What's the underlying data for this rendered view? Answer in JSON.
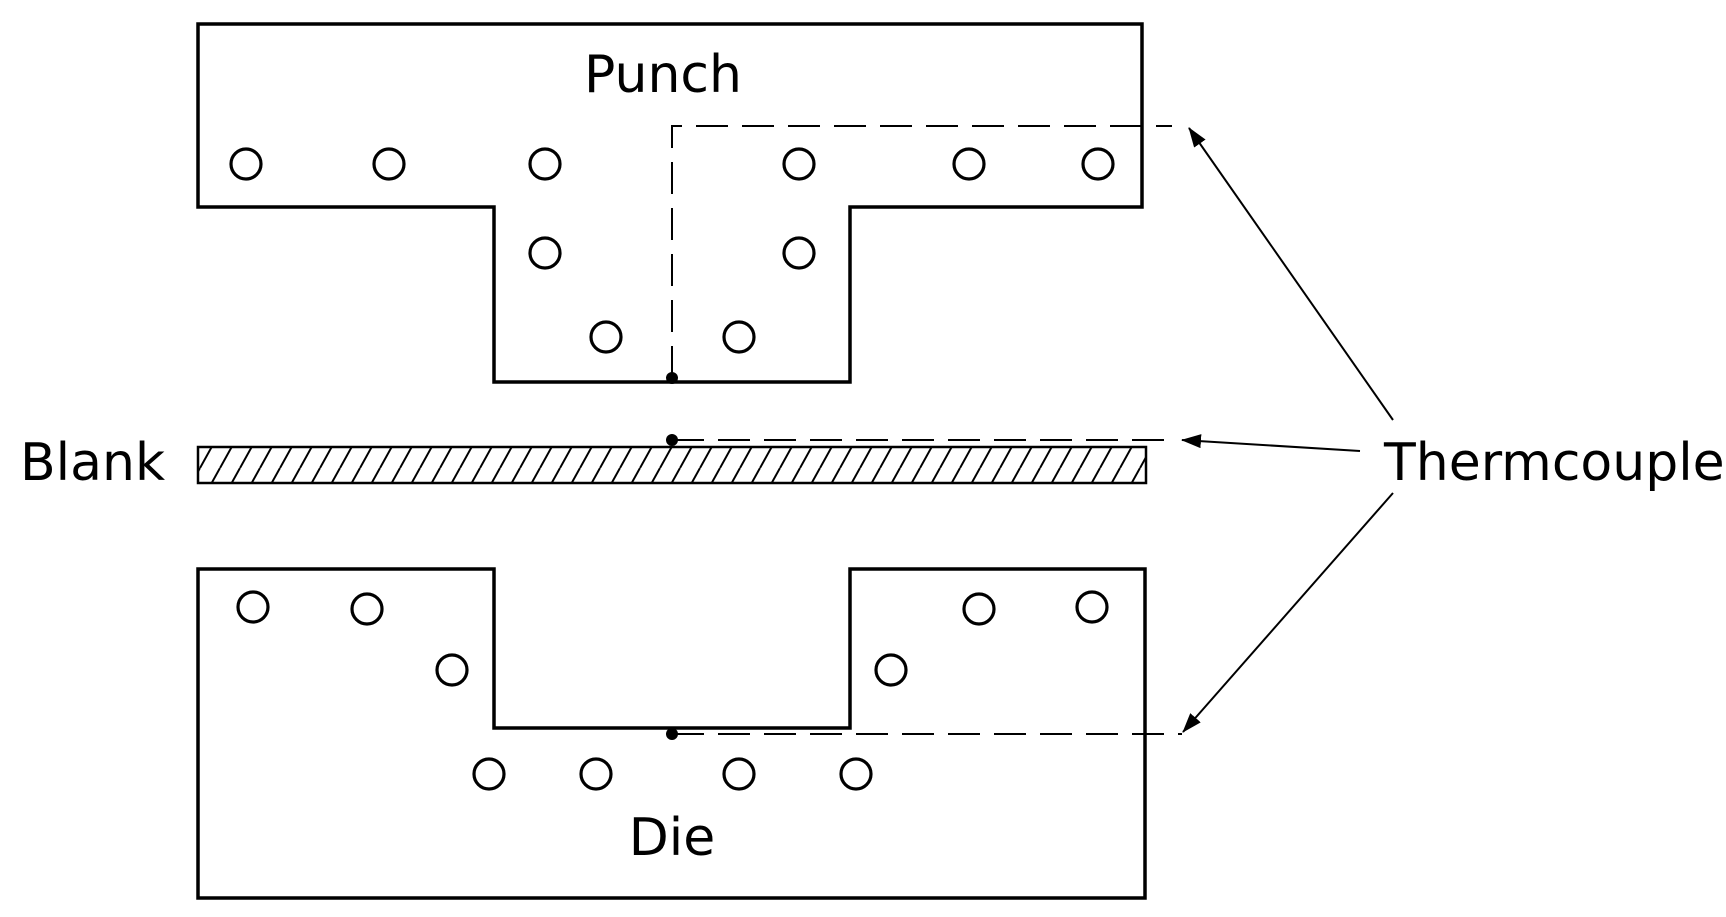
{
  "labels": {
    "punch": "Punch",
    "blank": "Blank",
    "die": "Die",
    "thermocouples": "Thermcouples"
  },
  "colors": {
    "line": "#000000",
    "background": "#ffffff"
  }
}
